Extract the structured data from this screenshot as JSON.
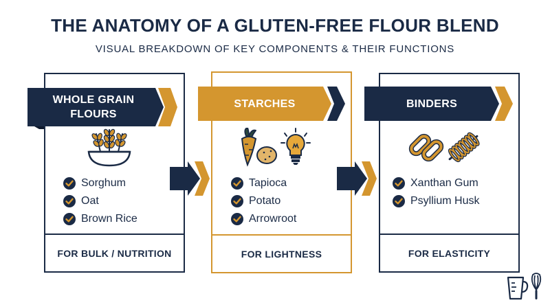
{
  "header": {
    "title": "THE ANATOMY OF A GLUTEN-FREE FLOUR BLEND",
    "subtitle": "VISUAL BREAKDOWN OF KEY COMPONENTS & THEIR FUNCTIONS"
  },
  "colors": {
    "navy": "#1a2a45",
    "orange": "#d4962f"
  },
  "cards": [
    {
      "heading_line1": "WHOLE GRAIN",
      "heading_line2": "FLOURS",
      "icons": [
        "wheat-bowl-icon"
      ],
      "items": [
        "Sorghum",
        "Oat",
        "Brown Rice"
      ],
      "footer": "FOR BULK / NUTRITION"
    },
    {
      "heading": "STARCHES",
      "icons": [
        "carrot-potato-icon",
        "lightbulb-icon"
      ],
      "items": [
        "Tapioca",
        "Potato",
        "Arrowroot"
      ],
      "footer": "FOR LIGHTNESS"
    },
    {
      "heading": "BINDERS",
      "icons": [
        "chain-link-icon",
        "spring-coil-icon"
      ],
      "items": [
        "Xanthan Gum",
        "Psyllium Husk"
      ],
      "footer": "FOR ELASTICITY"
    }
  ],
  "corner_icons": [
    "measuring-cup-icon",
    "whisk-icon"
  ]
}
